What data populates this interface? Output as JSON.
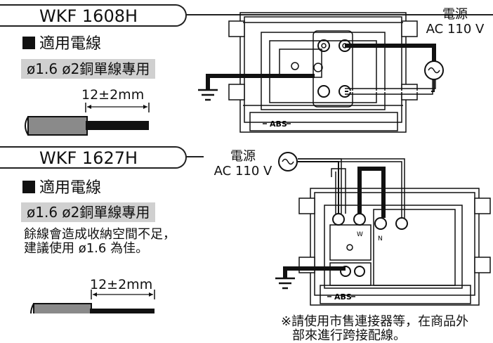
{
  "top": {
    "model": "WKF 1608H",
    "wire_heading": "適用電線",
    "wire_spec": "ø1.6  ø2銅單線專用",
    "strip_length": "12±2mm",
    "power_label": "電源",
    "power_voltage": "AC  110 V",
    "abs_label": "ABS"
  },
  "bottom": {
    "model": "WKF 1627H",
    "wire_heading": "適用電線",
    "wire_spec": "ø1.6  ø2銅單線專用",
    "note_line1": "餘線會造成收納空間不足，",
    "note_line2": "建議使用 ø1.6 為佳。",
    "strip_length": "12±2mm",
    "power_label": "電源",
    "power_voltage": "AC  110 V",
    "terminal_w": "W",
    "terminal_n": "N",
    "abs_label": "ABS",
    "footnote_line1": "※請使用市售連接器等，在商品外",
    "footnote_line2": "部來進行跨接配線。"
  },
  "colors": {
    "ink": "#111111",
    "highlight": "#d0d0d0",
    "wire_gray": "#8a8a8a"
  }
}
